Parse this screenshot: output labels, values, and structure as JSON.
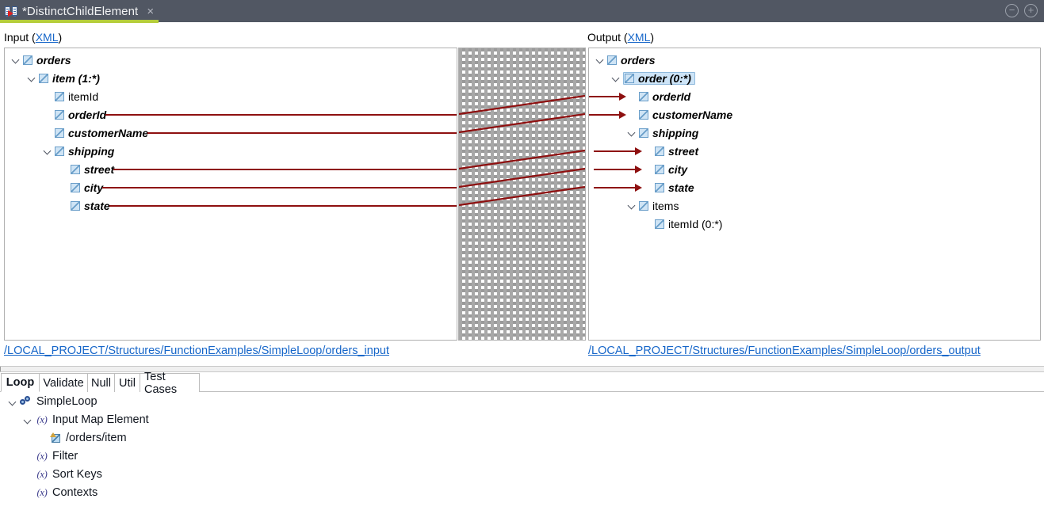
{
  "titlebar": {
    "tab_label": "*DistinctChildElement",
    "close_label": "×",
    "minimize_label": "−",
    "maximize_label": "+",
    "accent_color": "#b5cd3a",
    "bg_color": "#515763"
  },
  "headers": {
    "input_label": "Input (",
    "input_link": "XML",
    "input_label_end": ")",
    "output_label": "Output (",
    "output_link": "XML",
    "output_label_end": ")"
  },
  "input_tree": {
    "nodes": [
      {
        "label": "orders",
        "indent": 0,
        "twisty": "expanded",
        "style": "bi",
        "line": false
      },
      {
        "label": "item (1:*)",
        "indent": 1,
        "twisty": "expanded",
        "style": "bi",
        "line": false
      },
      {
        "label": "itemId",
        "indent": 2,
        "twisty": "none",
        "style": "plain",
        "line": false
      },
      {
        "label": "orderId",
        "indent": 2,
        "twisty": "none",
        "style": "bi",
        "line": true
      },
      {
        "label": "customerName",
        "indent": 2,
        "twisty": "none",
        "style": "bi",
        "line": true
      },
      {
        "label": "shipping",
        "indent": 2,
        "twisty": "expanded",
        "style": "bi",
        "line": false
      },
      {
        "label": "street",
        "indent": 3,
        "twisty": "none",
        "style": "bi",
        "line": true
      },
      {
        "label": "city",
        "indent": 3,
        "twisty": "none",
        "style": "bi",
        "line": true
      },
      {
        "label": "state",
        "indent": 3,
        "twisty": "none",
        "style": "bi",
        "line": true
      }
    ],
    "path_link": "/LOCAL_PROJECT/Structures/FunctionExamples/SimpleLoop/orders_input"
  },
  "output_tree": {
    "nodes": [
      {
        "label": "orders",
        "indent": 0,
        "twisty": "expanded",
        "style": "bi",
        "arrow": false,
        "selected": false
      },
      {
        "label": "order (0:*)",
        "indent": 1,
        "twisty": "expanded",
        "style": "bi",
        "arrow": false,
        "selected": true
      },
      {
        "label": "orderId",
        "indent": 2,
        "twisty": "none",
        "style": "bi",
        "arrow": true,
        "selected": false
      },
      {
        "label": "customerName",
        "indent": 2,
        "twisty": "none",
        "style": "bi",
        "arrow": true,
        "selected": false
      },
      {
        "label": "shipping",
        "indent": 2,
        "twisty": "expanded",
        "style": "bi",
        "arrow": false,
        "selected": false
      },
      {
        "label": "street",
        "indent": 3,
        "twisty": "none",
        "style": "bi",
        "arrow": true,
        "selected": false
      },
      {
        "label": "city",
        "indent": 3,
        "twisty": "none",
        "style": "bi",
        "arrow": true,
        "selected": false
      },
      {
        "label": "state",
        "indent": 3,
        "twisty": "none",
        "style": "bi",
        "arrow": true,
        "selected": false
      },
      {
        "label": "items",
        "indent": 2,
        "twisty": "expanded",
        "style": "plain",
        "arrow": false,
        "selected": false
      },
      {
        "label": "itemId (0:*)",
        "indent": 3,
        "twisty": "none",
        "style": "plain",
        "arrow": false,
        "selected": false
      }
    ],
    "path_link": "/LOCAL_PROJECT/Structures/FunctionExamples/SimpleLoop/orders_output"
  },
  "mapping": {
    "line_color": "#8e1010",
    "connections": [
      {
        "from": "orderId",
        "to": "orderId"
      },
      {
        "from": "customerName",
        "to": "customerName"
      },
      {
        "from": "street",
        "to": "street"
      },
      {
        "from": "city",
        "to": "city"
      },
      {
        "from": "state",
        "to": "state"
      }
    ]
  },
  "bottom": {
    "tabs": [
      {
        "label": "Loop",
        "active": true
      },
      {
        "label": "Validate",
        "active": false
      },
      {
        "label": "Null",
        "active": false
      },
      {
        "label": "Util",
        "active": false
      },
      {
        "label": "Test Cases",
        "active": false
      }
    ],
    "tree": [
      {
        "label": "SimpleLoop",
        "indent": 0,
        "twisty": "expanded",
        "icon": "gear"
      },
      {
        "label": "Input Map Element",
        "indent": 1,
        "twisty": "expanded",
        "icon": "fx"
      },
      {
        "label": "/orders/item",
        "indent": 2,
        "twisty": "none",
        "icon": "map"
      },
      {
        "label": "Filter",
        "indent": 1,
        "twisty": "none",
        "icon": "fx"
      },
      {
        "label": "Sort Keys",
        "indent": 1,
        "twisty": "none",
        "icon": "fx"
      },
      {
        "label": "Contexts",
        "indent": 1,
        "twisty": "none",
        "icon": "fx"
      }
    ],
    "fx_glyph": "(x)"
  }
}
